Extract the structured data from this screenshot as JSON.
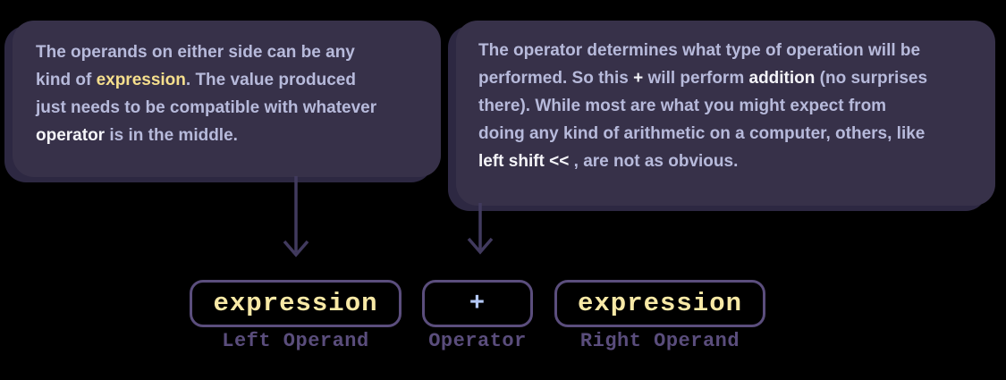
{
  "colors": {
    "page-bg": "#000000",
    "callout-bg": "#373149",
    "callout-bg-back": "#2d2842",
    "callout-text": "#b7badb",
    "callout-strong": "#f4f4f8",
    "callout-yellow": "#f6df8d",
    "token-border": "#5b4e7d",
    "token-yellow": "#f8e9a6",
    "token-blue": "#b3c8f7",
    "label-purple": "#5a4d7c",
    "arrow": "#413a5e"
  },
  "callouts": {
    "left": {
      "lines": [
        [
          {
            "t": "The operands on either side can be any",
            "s": "n"
          }
        ],
        [
          {
            "t": "kind of ",
            "s": "n"
          },
          {
            "t": "expression",
            "s": "y"
          },
          {
            "t": ". The value produced",
            "s": "n"
          }
        ],
        [
          {
            "t": "just needs to be compatible with whatever",
            "s": "n"
          }
        ],
        [
          {
            "t": "operator",
            "s": "w"
          },
          {
            "t": " is in the middle.",
            "s": "n"
          }
        ]
      ]
    },
    "right": {
      "lines": [
        [
          {
            "t": "The operator determines what type of operation will be",
            "s": "n"
          }
        ],
        [
          {
            "t": "performed. So this ",
            "s": "n"
          },
          {
            "t": "+",
            "s": "w"
          },
          {
            "t": " will perform ",
            "s": "n"
          },
          {
            "t": "addition",
            "s": "w"
          },
          {
            "t": " (no surprises",
            "s": "n"
          }
        ],
        [
          {
            "t": "there). While most are what you might expect from",
            "s": "n"
          }
        ],
        [
          {
            "t": "doing any kind of arithmetic on a computer, others, like",
            "s": "n"
          }
        ],
        [
          {
            "t": "left shift <<",
            "s": "w"
          },
          {
            "t": " , are not as obvious.",
            "s": "n"
          }
        ]
      ]
    }
  },
  "tokens": [
    {
      "text": "expression",
      "label": "Left Operand",
      "color": "yellow"
    },
    {
      "text": "+",
      "label": "Operator",
      "color": "blue"
    },
    {
      "text": "expression",
      "label": "Right Operand",
      "color": "yellow"
    }
  ]
}
